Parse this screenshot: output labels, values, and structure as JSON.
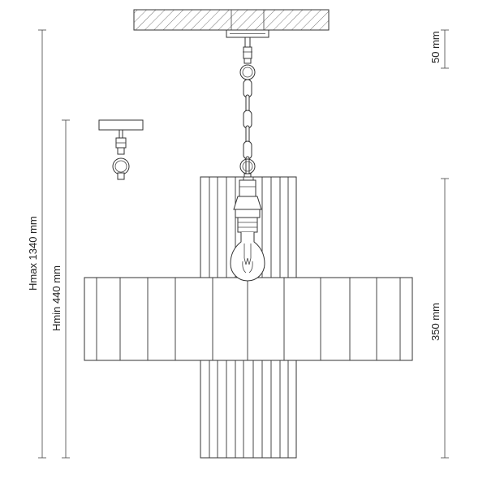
{
  "dimensions": {
    "ceiling_plate_height": "50 mm",
    "shade_height": "350 mm",
    "height_max": "Hmax 1340 mm",
    "height_min": "Hmin 440 mm"
  },
  "colors": {
    "line": "#333333",
    "background": "#ffffff"
  }
}
